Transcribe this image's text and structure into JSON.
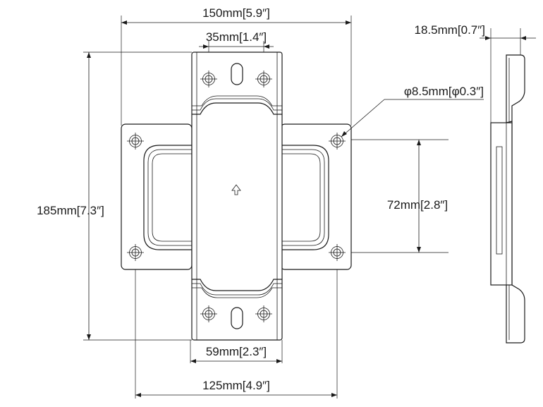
{
  "dimensions": {
    "overall_width": "150mm[5.9″]",
    "slot_spacing": "35mm[1.4″]",
    "depth": "18.5mm[0.7″]",
    "hole_diameter": "φ8.5mm[φ0.3″]",
    "vertical_hole_spacing": "72mm[2.8″]",
    "overall_height": "185mm[7.3″]",
    "center_plate_width": "59mm[2.3″]",
    "horizontal_hole_spacing": "125mm[4.9″]"
  },
  "icons": {
    "direction_indicator": "arrow-up-icon",
    "mount_hole": "crosshair-hole-icon"
  }
}
